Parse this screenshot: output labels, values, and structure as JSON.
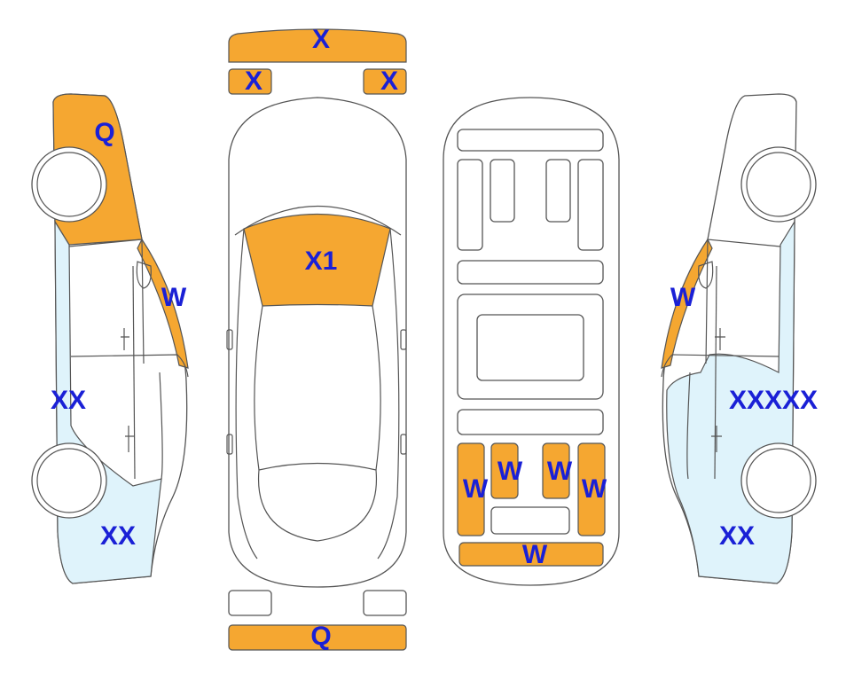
{
  "colors": {
    "damage_orange": "#f5a731",
    "light_blue": "#dff3fb",
    "label_blue": "#1a20d6",
    "outline": "#555555"
  },
  "labels": {
    "front_bumper_top": "X",
    "front_left_light": "X",
    "front_right_light": "X",
    "windshield": "X1",
    "rear_bumper": "Q",
    "left_front_fender": "Q",
    "left_a_pillar": "W",
    "left_doors": "XX",
    "left_rear_quarter": "XX",
    "right_a_pillar": "W",
    "right_doors": "XXXXX",
    "right_rear_quarter": "XX",
    "interior_front_left": "W",
    "interior_front_center_left": "W",
    "interior_front_center_right": "W",
    "interior_front_right": "W",
    "interior_rear_bench": "W"
  }
}
